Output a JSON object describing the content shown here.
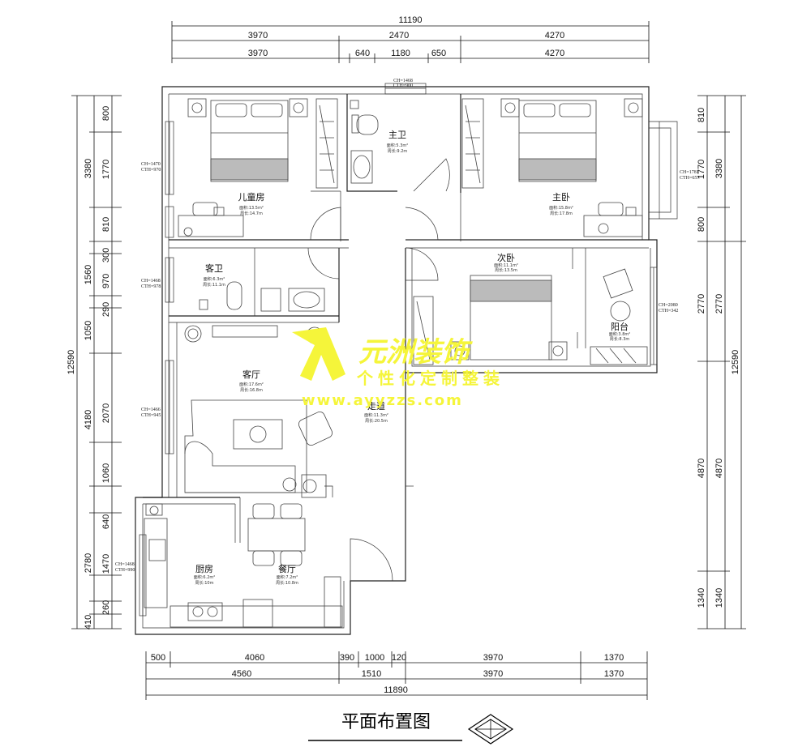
{
  "plan": {
    "title": "平面布置图",
    "top_total": "11190",
    "top_row1": [
      "3970",
      "2470",
      "4270"
    ],
    "top_row2": [
      "3970",
      "640",
      "1180",
      "650",
      "4270"
    ],
    "bottom_row1": [
      "500",
      "4060",
      "390",
      "1000",
      "120",
      "3970",
      "1370"
    ],
    "bottom_row2": [
      "4560",
      "1510",
      "3970",
      "1370"
    ],
    "bottom_total": "11890",
    "left_outer": [
      "3380",
      "1560",
      "1050",
      "4180",
      "2780",
      "410"
    ],
    "left_inner": [
      "800",
      "1770",
      "810",
      "300",
      "970",
      "290",
      "2070",
      "1060",
      "640",
      "1470",
      "260"
    ],
    "left_total": "12590",
    "right_outer": [
      "3380",
      "2770",
      "4870",
      "1340"
    ],
    "right_inner": [
      "810",
      "1770",
      "800",
      "2770",
      "4870",
      "1340"
    ],
    "right_total": "12590",
    "rooms": {
      "children": "儿童房",
      "master_bath": "主卫",
      "master_bed": "主卧",
      "guest_bath": "客卫",
      "second_bed": "次卧",
      "balcony": "阳台",
      "living": "客厅",
      "corridor": "走道",
      "kitchen": "厨房",
      "dining": "餐厅"
    },
    "areas": {
      "children": [
        "面积:13.5m²",
        "周长:14.7m"
      ],
      "master_bath": [
        "面积:5.3m²",
        "周长:9.2m"
      ],
      "master_bed": [
        "面积:15.8m²",
        "周长:17.8m"
      ],
      "guest_bath": [
        "面积:6.3m²",
        "周长:11.1m"
      ],
      "second_bed": [
        "面积:11.1m²",
        "周长:13.5m"
      ],
      "balcony": [
        "面积:3.8m²",
        "周长:8.3m"
      ],
      "living": [
        "面积:17.6m²",
        "周长:16.8m"
      ],
      "corridor": [
        "面积:11.3m²",
        "周长:20.5m"
      ],
      "kitchen": [
        "面积:6.2m²",
        "周长:10m"
      ],
      "dining": [
        "面积:7.2m²",
        "周长:10.8m"
      ]
    },
    "window_notes": {
      "top_bath": [
        "CH=1468",
        "CTH=900"
      ],
      "children": [
        "CH=1470",
        "CTH=970"
      ],
      "guest_bath": [
        "CH=1468",
        "CTH=978"
      ],
      "living": [
        "CH=1466",
        "CTH=945"
      ],
      "kitchen": [
        "CH=1468",
        "CTH=990"
      ],
      "master": [
        "CH=1781",
        "CTH=657"
      ],
      "balcony": [
        "CH=2080",
        "CTH=342"
      ]
    }
  },
  "watermark": {
    "brand": "元洲装饰",
    "slogan": "个性化定制整装",
    "url": "www.ayyzzs.com"
  }
}
